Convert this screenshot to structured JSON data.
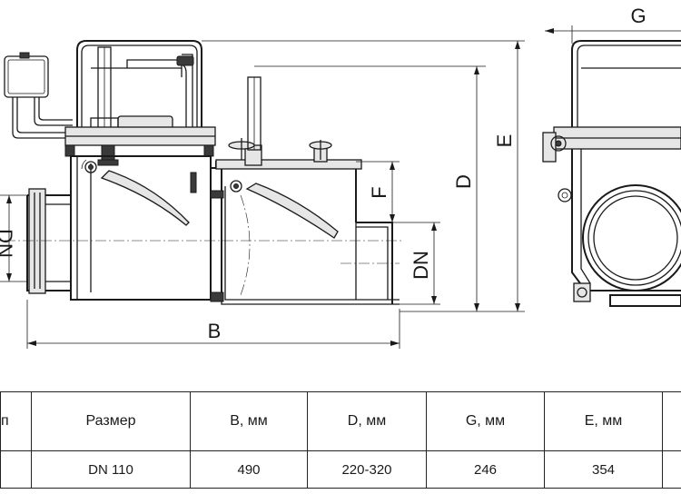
{
  "drawing": {
    "labels": {
      "dn_left": "DN",
      "dn_right": "DN",
      "b": "B",
      "d": "D",
      "e": "E",
      "f": "F",
      "g": "G"
    }
  },
  "table": {
    "headers": [
      "п",
      "Размер",
      "B, мм",
      "D, мм",
      "G, мм",
      "E, мм",
      ""
    ],
    "rows": [
      [
        "",
        "DN 110",
        "490",
        "220-320",
        "246",
        "354",
        ""
      ]
    ]
  }
}
